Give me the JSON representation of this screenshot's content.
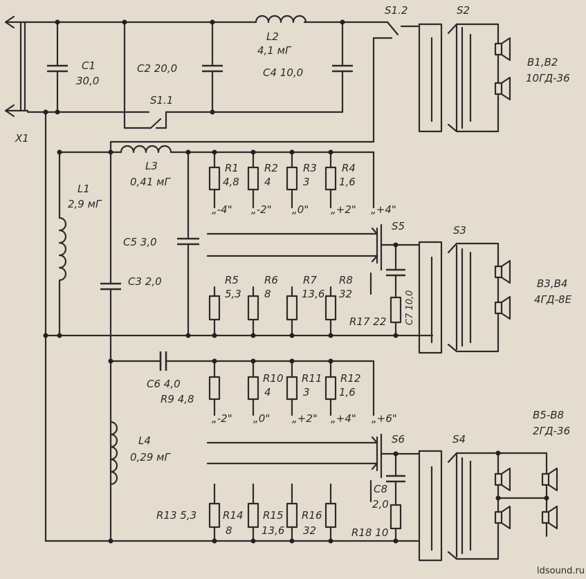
{
  "labels": {
    "X1": "X1",
    "C1": "C1",
    "C1v": "30,0",
    "C2": "C2  20,0",
    "S1_1": "S1.1",
    "L2": "L2",
    "L2v": "4,1 мГ",
    "C4": "C4  10,0",
    "S1_2": "S1.2",
    "S2": "S2",
    "B1B2": "B1,B2",
    "B1B2v": "10ГД-36",
    "L3": "L3",
    "L3v": "0,41 мГ",
    "L1": "L1",
    "L1v": "2,9 мГ",
    "C5": "C5  3,0",
    "C3": "C3  2,0",
    "R1": "R1",
    "R1v": "4,8",
    "R2": "R2",
    "R2v": "4",
    "R3": "R3",
    "R3v": "3",
    "R4": "R4",
    "R4v": "1,6",
    "pos_m4": "„-4\"",
    "pos_m2": "„-2\"",
    "pos_0": "„0\"",
    "pos_p2": "„+2\"",
    "pos_p4": "„+4\"",
    "S5": "S5",
    "S3": "S3",
    "B3B4": "B3,B4",
    "B3B4v": "4ГД-8Е",
    "R5": "R5",
    "R5v": "5,3",
    "R6": "R6",
    "R6v": "8",
    "R7": "R7",
    "R7v": "13,6",
    "R8": "R8",
    "R8v": "32",
    "R17": "R17  22",
    "C7": "C7 10,0",
    "C6": "C6  4,0",
    "R9": "R9  4,8",
    "R10": "R10",
    "R10v": "4",
    "R11": "R11",
    "R11v": "3",
    "R12": "R12",
    "R12v": "1,6",
    "pos2_m2": "„-2\"",
    "pos2_0": "„0\"",
    "pos2_p2": "„+2\"",
    "pos2_p4": "„+4\"",
    "pos2_p6": "„+6\"",
    "S6": "S6",
    "S4": "S4",
    "B5B8": "B5-B8",
    "B5B8v": "2ГД-36",
    "L4": "L4",
    "L4v": "0,29 мГ",
    "C8": "C8",
    "C8v": "2,0",
    "R13": "R13  5,3",
    "R14": "R14",
    "R14v": "8",
    "R15": "R15",
    "R15v": "13,6",
    "R16": "R16",
    "R16v": "32",
    "R18": "R18  10",
    "watermark": "ldsound.ru"
  }
}
